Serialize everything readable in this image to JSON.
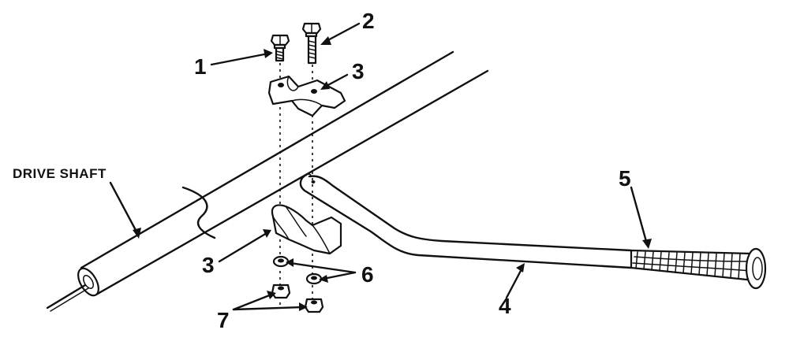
{
  "figure": {
    "name_labels": {
      "drive_shaft": "DRIVE SHAFT"
    },
    "callouts": {
      "c1": "1",
      "c2": "2",
      "c3_top": "3",
      "c3_bottom": "3",
      "c4": "4",
      "c5": "5",
      "c6": "6",
      "c7": "7"
    }
  }
}
